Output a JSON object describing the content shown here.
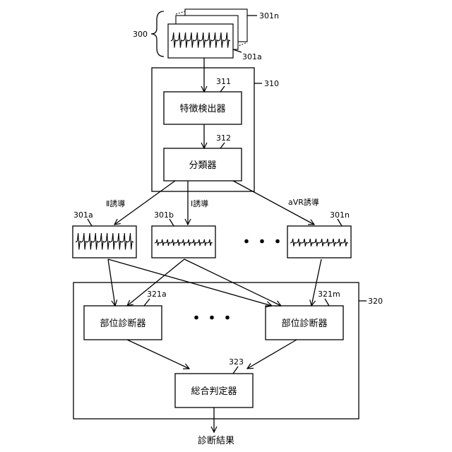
{
  "input": {
    "group_ref": "300",
    "first_ref": "301a",
    "last_ref": "301n"
  },
  "processor": {
    "ref": "310",
    "detector": {
      "ref": "311",
      "label": "特徴検出器"
    },
    "classifier": {
      "ref": "312",
      "label": "分類器"
    }
  },
  "leads": [
    {
      "name": "Ⅱ誘導",
      "ref": "301a"
    },
    {
      "name": "Ⅰ誘導",
      "ref": "301b"
    },
    {
      "name": "aVR誘導",
      "ref": "301n"
    }
  ],
  "ellipsis": "・・・",
  "diagnosis": {
    "ref": "320",
    "site_a": {
      "ref": "321a",
      "label": "部位診断器"
    },
    "site_m": {
      "ref": "321m",
      "label": "部位診断器"
    },
    "judge": {
      "ref": "323",
      "label": "総合判定器"
    }
  },
  "output_label": "診断結果"
}
